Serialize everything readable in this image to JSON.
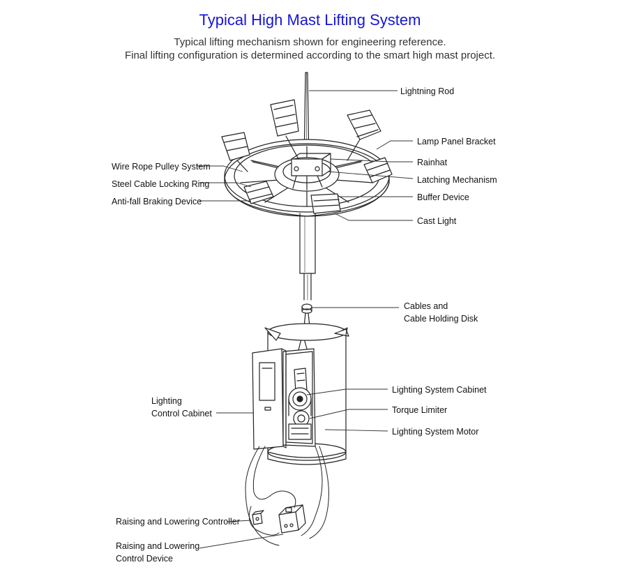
{
  "header": {
    "title": "Typical High Mast Lifting System",
    "subtitle_line1": "Typical lifting mechanism shown for engineering reference.",
    "subtitle_line2": "Final lifting configuration is determined according to the smart high mast project."
  },
  "labels": {
    "lightning_rod": "Lightning Rod",
    "lamp_panel_bracket": "Lamp Panel Bracket",
    "rainhat": "Rainhat",
    "latching_mechanism": "Latching Mechanism",
    "buffer_device": "Buffer Device",
    "cast_light": "Cast Light",
    "wire_rope_pulley": "Wire Rope Pulley System",
    "steel_cable_ring": "Steel Cable Locking Ring",
    "anti_fall": "Anti-fall Braking Device",
    "cables_line1": "Cables and",
    "cables_line2": "Cable Holding Disk",
    "lighting_system_cabinet": "Lighting System Cabinet",
    "torque_limiter": "Torque Limiter",
    "lighting_system_motor": "Lighting System Motor",
    "lighting_control_line1": "Lighting",
    "lighting_control_line2": "Control Cabinet",
    "raising_controller": "Raising and Lowering Controller",
    "raising_device_line1": "Raising and Lowering",
    "raising_device_line2": "Control Device"
  }
}
